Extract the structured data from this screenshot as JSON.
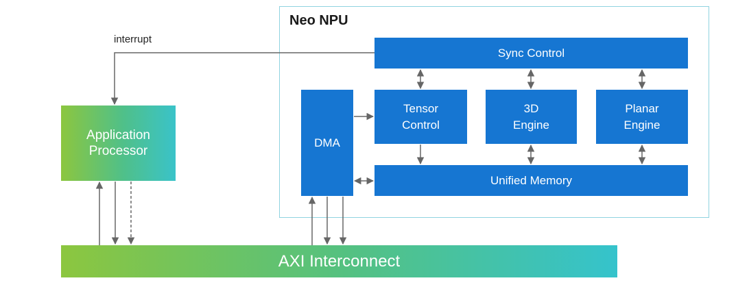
{
  "npu": {
    "title": "Neo NPU",
    "frame_color": "#8fd3e0"
  },
  "labels": {
    "interrupt": "interrupt"
  },
  "blocks": {
    "sync_control": "Sync Control",
    "dma": "DMA",
    "tensor_control": "Tensor\nControl",
    "engine_3d": "3D\nEngine",
    "planar_engine": "Planar\nEngine",
    "unified_memory": "Unified Memory",
    "application_processor": "Application\nProcessor",
    "axi_interconnect": "AXI Interconnect"
  },
  "colors": {
    "block_blue": "#1676d2",
    "gradient_green": "#8cc63f",
    "gradient_teal": "#3ac3c9",
    "arrow_gray": "#666666"
  }
}
